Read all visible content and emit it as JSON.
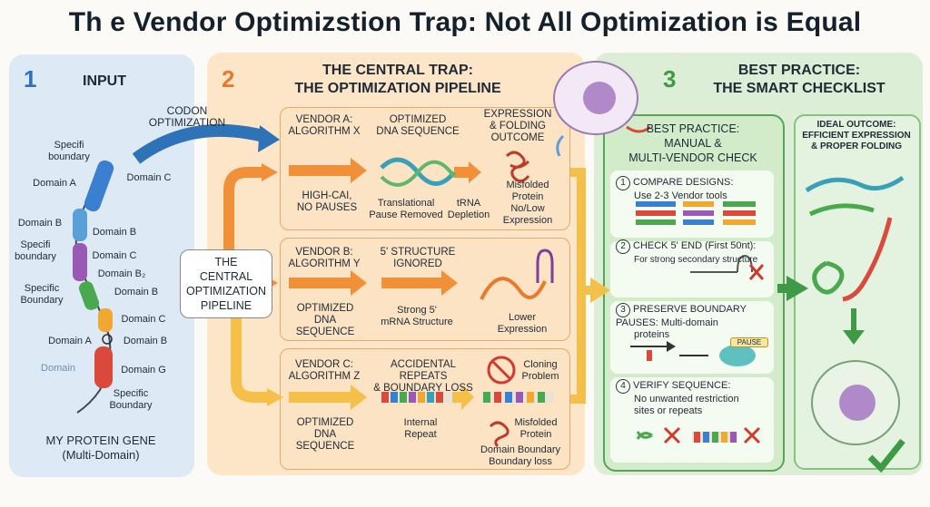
{
  "title": "Th e Vendor Optimizstion Trap: Not All Optimization is Equal",
  "panel1": {
    "number": "1",
    "header": "INPUT",
    "codon": "CODON\nOPTIMIZATION",
    "labels": [
      "Specifi\nboundary",
      "Domain C",
      "Domain A",
      "Domain B",
      "Domain B",
      "Specifi\nboundary",
      "Domain C",
      "Domain B₂",
      "Specific\nBoundary",
      "Domain B",
      "Domain C",
      "Domain A",
      "Domain B",
      "Domain",
      "Domain G",
      "Specific\nBoundary"
    ],
    "footer": "MY PROTEIN GENE\n(Multi-Domain)"
  },
  "panel2": {
    "number": "2",
    "header": "THE CENTRAL TRAP:\nTHE OPTIMIZATION PIPELINE",
    "central": "THE\nCENTRAL\nOPTIMIZATION\nPIPELINE",
    "vendorA": {
      "name": "VENDOR A:\nALGORITHM X",
      "col2": "OPTIMIZED\nDNA SEQUENCE",
      "col3": "EXPRESSION\n& FOLDING\nOUTCOME",
      "left": "HIGH-CAI,\nNO PAUSES",
      "mid": "Translational\nPause Removed",
      "trna": "tRNA\nDepletion",
      "outcome": "Misfolded\nProtein\nNo/Low\nExpression"
    },
    "vendorB": {
      "name": "VENDOR B:\nALGORITHM Y",
      "col2": "5' STRUCTURE\nIGNORED",
      "left": "OPTIMIZED\nDNA\nSEQUENCE",
      "mid": "Strong 5'\nmRNA Structure",
      "outcome": "Lower\nExpression"
    },
    "vendorC": {
      "name": "VENDOR C:\nALGORITHM Z",
      "col2": "ACCIDENTAL REPEATS\n& BOUNDARY LOSS",
      "cloning": "Cloning\nProblem",
      "left": "OPTIMIZED\nDNA\nSEQUENCE",
      "mid": "Internal\nRepeat",
      "outcome": "Misfolded\nProtein",
      "outcome2": "Domain Boundary\nBoundary loss"
    }
  },
  "panel3": {
    "number": "3",
    "header": "BEST PRACTICE:\nTHE SMART CHECKLIST",
    "subheader": "BEST PRACTICE:\nMANUAL &\nMULTI-VENDOR CHECK",
    "items": [
      {
        "n": "1",
        "head": "COMPARE DESIGNS:",
        "body": "Use 2-3 Vendor tools"
      },
      {
        "n": "2",
        "head": "CHECK 5' END (First 50nt):",
        "body": "For strong secondary structure"
      },
      {
        "n": "3",
        "head": "PRESERVE BOUNDARY\nPAUSES: Multi-domain",
        "body": "proteins"
      },
      {
        "n": "4",
        "head": "VERIFY SEQUENCE:",
        "body": "No unwanted restriction\nsites or repeats"
      }
    ],
    "pause": "PAUSE",
    "ideal": "IDEAL OUTCOME:\nEFFICIENT EXPRESSION\n& PROPER FOLDING"
  },
  "colors": {
    "blue": "#2e72b8",
    "orange": "#e8792d",
    "green": "#3e9a44",
    "red": "#d23a2f"
  }
}
